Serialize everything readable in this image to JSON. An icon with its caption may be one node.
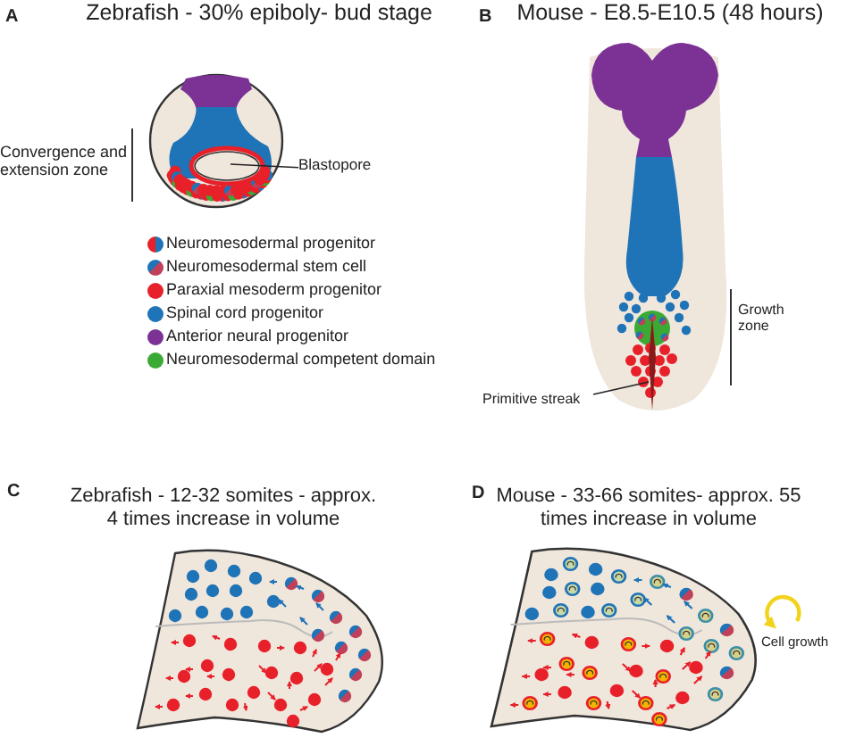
{
  "diagram": {
    "nodes": [
      {
        "text": [
          "Blastopore"
        ]
      },
      {
        "text": [
          "Primitive streak"
        ]
      }
    ],
    "edges": [
      {
        "from": 0,
        "to": null,
        "arrow": "none"
      },
      {
        "from": 1,
        "to": null,
        "arrow": "none"
      }
    ],
    "labels": [
      "A",
      "Zebrafish - 30% epiboly- bud stage",
      "Convergence and extension zone",
      "B",
      "Mouse - E8.5-E10.5 (48 hours)",
      "Growth zone",
      "C",
      "Zebrafish - 12-32 somites - approx. 4 times increase in volume",
      "D",
      "Mouse - 33-66 somites- approx. 55 times increase in volume",
      "Cell growth"
    ],
    "legend": [
      {
        "text": "Neuromesodermal progenitor"
      },
      {
        "text": "Neuromesodermal stem cell"
      },
      {
        "text": "Paraxial mesoderm progenitor",
        "color": "#e8202a"
      },
      {
        "text": "Spinal cord progenitor",
        "color": "#1f73b7"
      },
      {
        "text": "Anterior neural progenitor",
        "color": "#7b3294"
      },
      {
        "text": "Neuromesodermal competent domain",
        "color": "#3aaa35"
      }
    ]
  }
}
